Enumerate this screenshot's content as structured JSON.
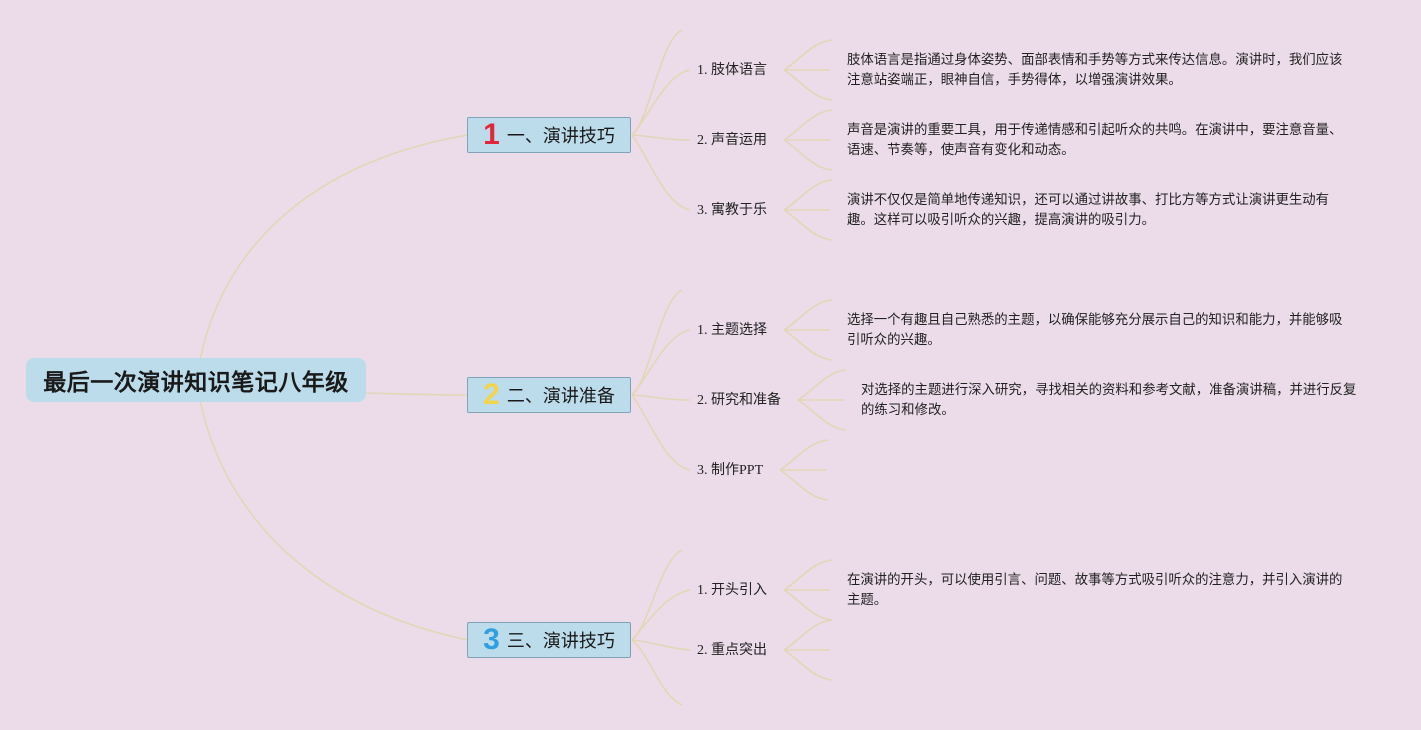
{
  "root": {
    "title": "最后一次演讲知识笔记八年级"
  },
  "topics": [
    {
      "number": "1",
      "number_color": "#e2263a",
      "title": "一、演讲技巧",
      "subs": [
        {
          "label": "1. 肢体语言",
          "note": "肢体语言是指通过身体姿势、面部表情和手势等方式来传达信息。演讲时，我们应该注意站姿端正，眼神自信，手势得体，以增强演讲效果。"
        },
        {
          "label": "2. 声音运用",
          "note": "声音是演讲的重要工具，用于传递情感和引起听众的共鸣。在演讲中，要注意音量、语速、节奏等，使声音有变化和动态。"
        },
        {
          "label": "3. 寓教于乐",
          "note": "演讲不仅仅是简单地传递知识，还可以通过讲故事、打比方等方式让演讲更生动有趣。这样可以吸引听众的兴趣，提高演讲的吸引力。"
        }
      ]
    },
    {
      "number": "2",
      "number_color": "#f2d54a",
      "title": "二、演讲准备",
      "subs": [
        {
          "label": "1. 主题选择",
          "note": "选择一个有趣且自己熟悉的主题，以确保能够充分展示自己的知识和能力，并能够吸引听众的兴趣。"
        },
        {
          "label": "2. 研究和准备",
          "note": "对选择的主题进行深入研究，寻找相关的资料和参考文献，准备演讲稿，并进行反复的练习和修改。"
        },
        {
          "label": "3. 制作PPT",
          "note": ""
        }
      ]
    },
    {
      "number": "3",
      "number_color": "#2f9fe0",
      "title": "三、演讲技巧",
      "subs": [
        {
          "label": "1. 开头引入",
          "note": "在演讲的开头，可以使用引言、问题、故事等方式吸引听众的注意力，并引入演讲的主题。"
        },
        {
          "label": "2. 重点突出",
          "note": ""
        }
      ]
    }
  ],
  "colors": {
    "background": "#ecdcea",
    "node_fill": "#bcdcec",
    "connector": "#e3d6b6"
  }
}
